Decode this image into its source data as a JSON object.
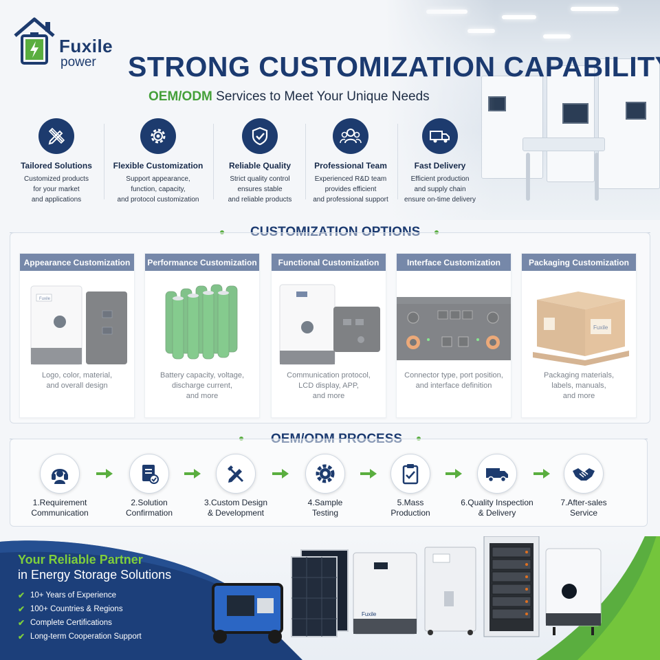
{
  "brand": {
    "name": "Fuxile",
    "tagline": "power"
  },
  "header": {
    "title": "STRONG CUSTOMIZATION CAPABILITY",
    "subtitle_accent": "OEM/ODM",
    "subtitle_rest": " Services to Meet Your Unique Needs"
  },
  "features": [
    {
      "icon": "pencil-ruler-icon",
      "title": "Tailored Solutions",
      "desc": "Customized products\nfor your market\nand applications"
    },
    {
      "icon": "gear-icon",
      "title": "Flexible Customization",
      "desc": "Support appearance,\nfunction, capacity,\nand protocol customization"
    },
    {
      "icon": "shield-check-icon",
      "title": "Reliable Quality",
      "desc": "Strict quality control\nensures stable\nand reliable products"
    },
    {
      "icon": "team-icon",
      "title": "Professional Team",
      "desc": "Experienced R&D team\nprovides efficient\nand professional support"
    },
    {
      "icon": "truck-icon",
      "title": "Fast Delivery",
      "desc": "Efficient production\nand supply chain\nensure on-time delivery"
    }
  ],
  "options": {
    "heading": "CUSTOMIZATION OPTIONS",
    "items": [
      {
        "title": "Appearance Customization",
        "desc": "Logo, color, material,\nand overall design",
        "image": "inverter-units"
      },
      {
        "title": "Performance Customization",
        "desc": "Battery capacity, voltage,\ndischarge current,\nand more",
        "image": "battery-cells"
      },
      {
        "title": "Functional Customization",
        "desc": "Communication protocol,\nLCD display, APP,\nand more",
        "image": "inverter-and-module"
      },
      {
        "title": "Interface Customization",
        "desc": "Connector type, port position,\nand interface definition",
        "image": "connector-panel"
      },
      {
        "title": "Packaging Customization",
        "desc": "Packaging materials,\nlabels, manuals,\nand more",
        "image": "cardboard-box"
      }
    ]
  },
  "process": {
    "heading": "OEM/ODM PROCESS",
    "steps": [
      {
        "icon": "headset-icon",
        "label": "1.Requirement\nCommunication"
      },
      {
        "icon": "document-check-icon",
        "label": "2.Solution\nConfirmation"
      },
      {
        "icon": "design-tools-icon",
        "label": "3.Custom Design\n& Development"
      },
      {
        "icon": "gear-icon",
        "label": "4.Sample\nTesting"
      },
      {
        "icon": "clipboard-check-icon",
        "label": "5.Mass\nProduction"
      },
      {
        "icon": "truck-icon",
        "label": "6.Quality Inspection\n& Delivery"
      },
      {
        "icon": "handshake-icon",
        "label": "7.After-sales\nService"
      }
    ]
  },
  "partner": {
    "title_accent": "Your Reliable Partner",
    "title_rest": "in Energy Storage Solutions",
    "points": [
      "10+ Years of Experience",
      "100+ Countries & Regions",
      "Complete Certifications",
      "Long-term Cooperation Support"
    ]
  },
  "colors": {
    "navy": "#1b3a70",
    "green": "#5aae3f",
    "light_green": "#7fcf3c",
    "blue_band": "#1c3f7a"
  }
}
